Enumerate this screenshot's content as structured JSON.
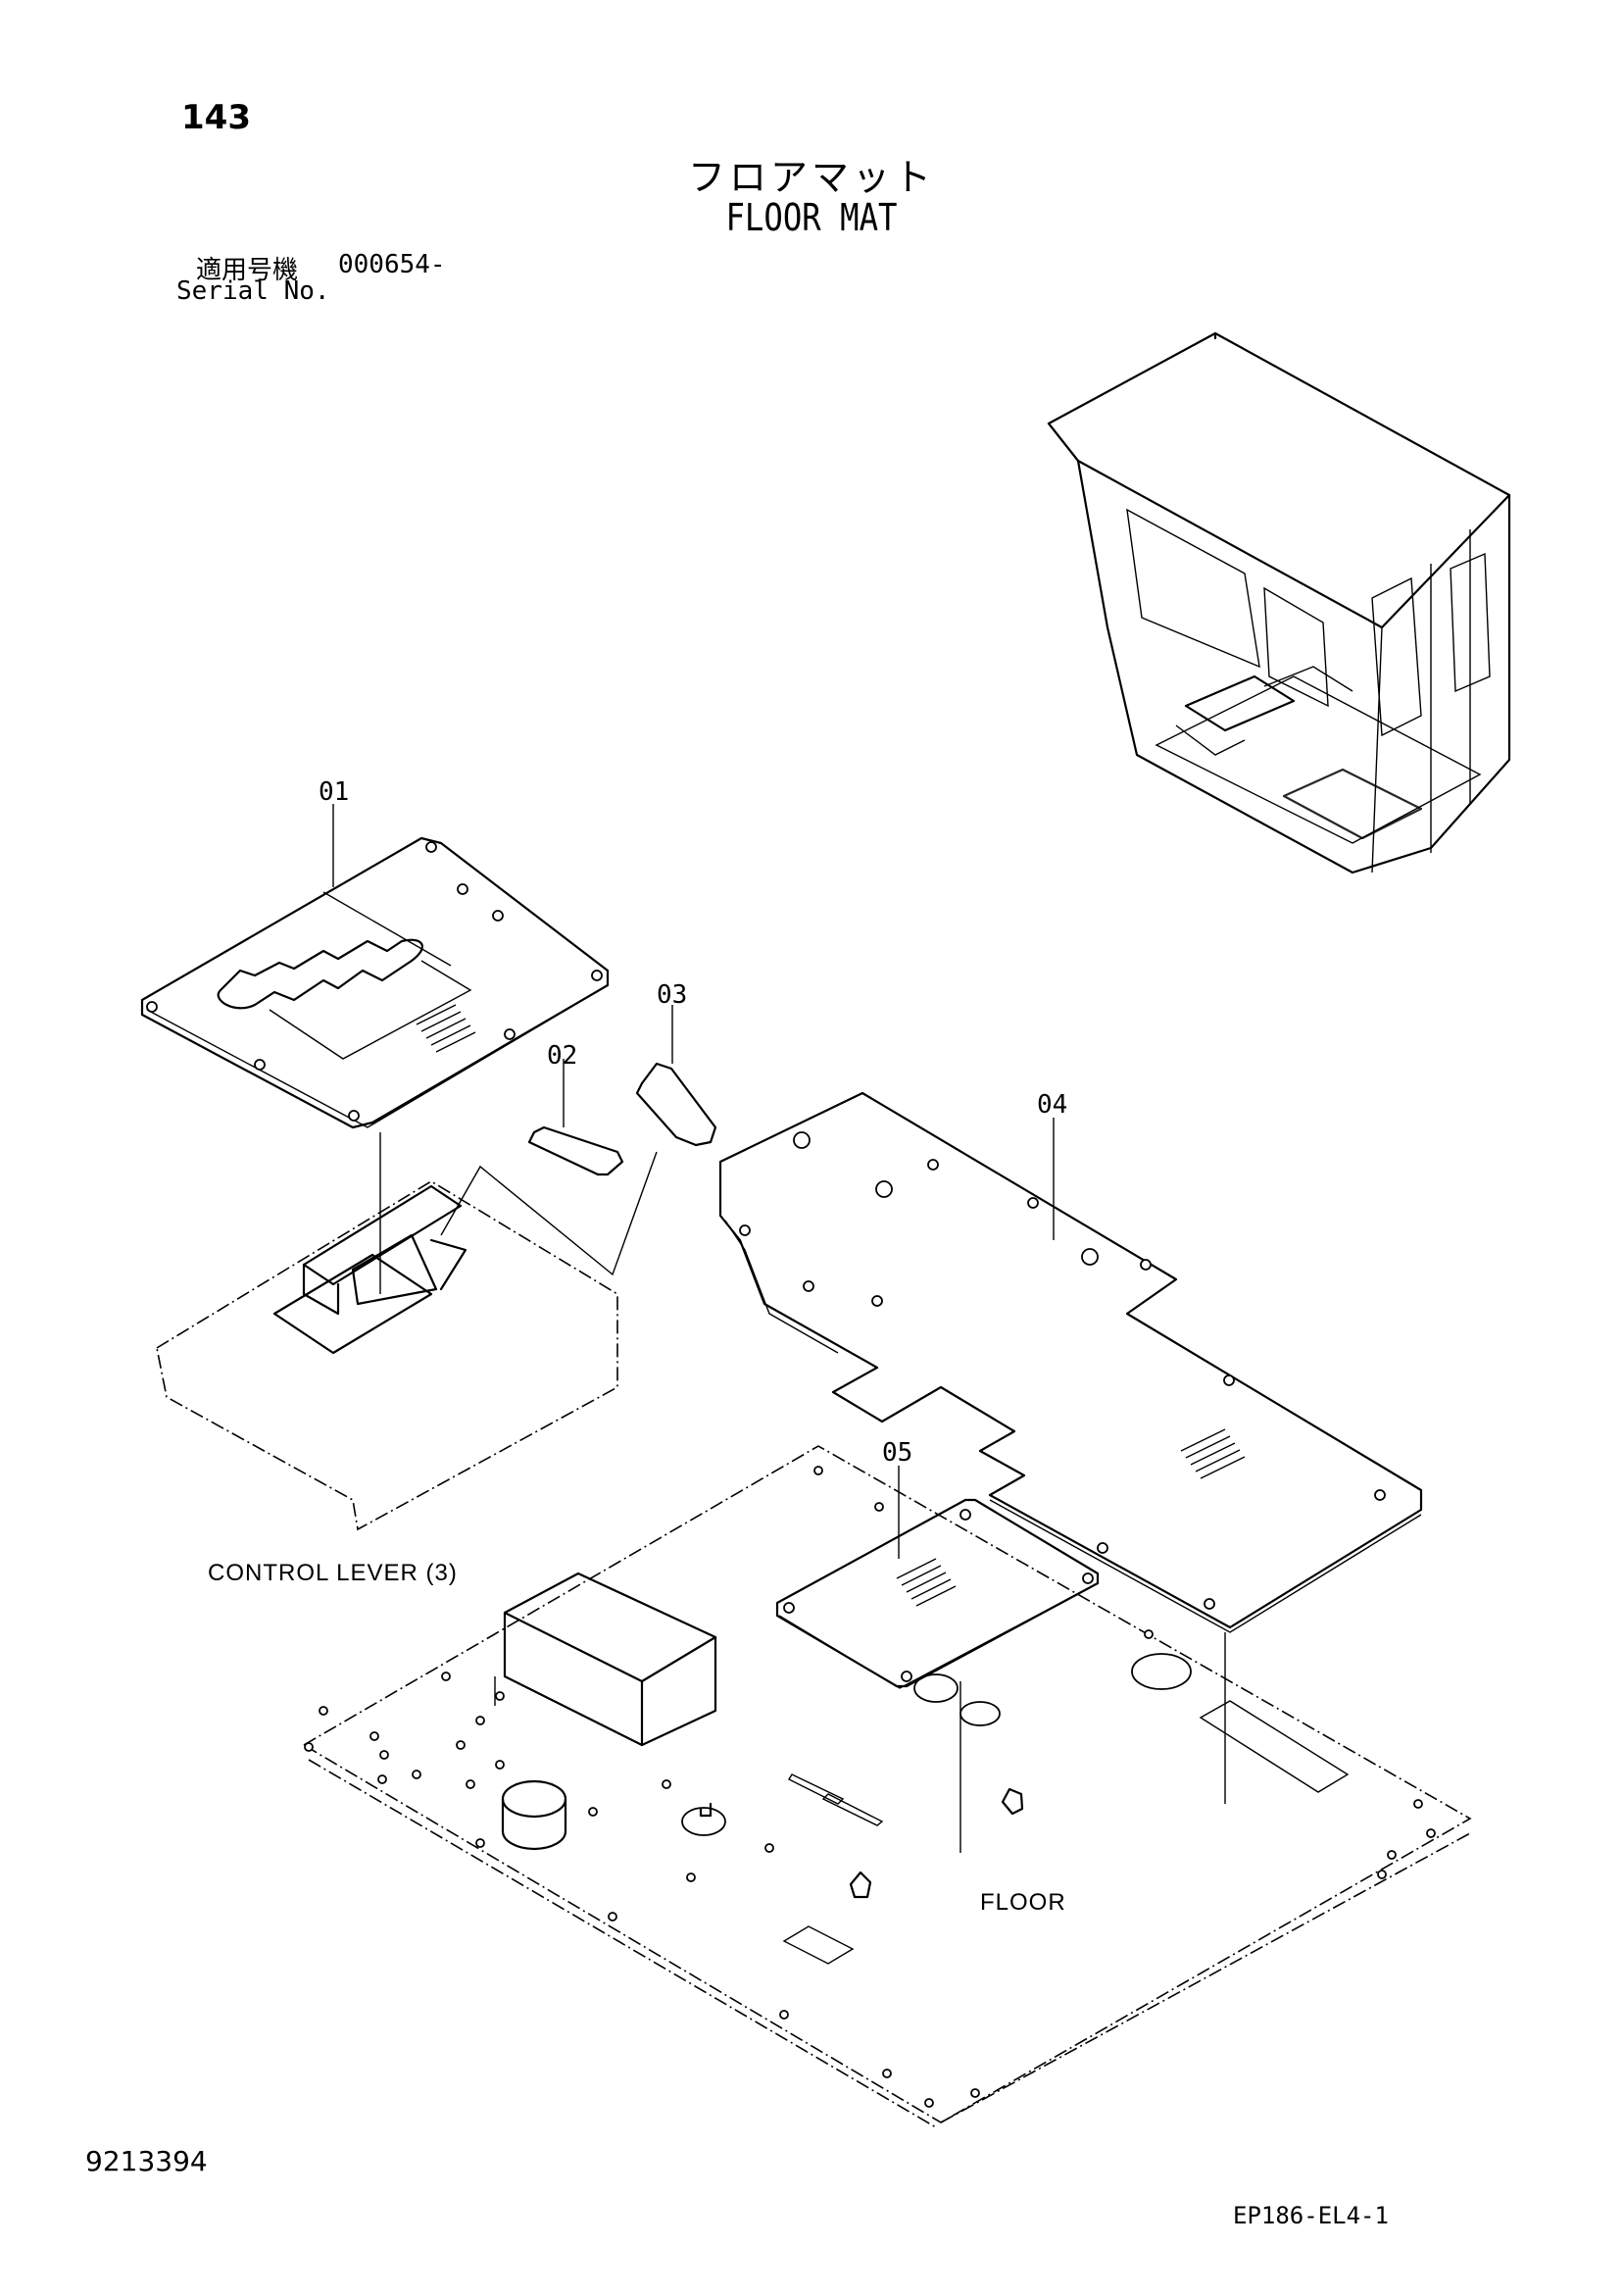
{
  "page_number": "143",
  "title_jp": "フロアマット",
  "title_en": "FLOOR MAT",
  "serial": {
    "label_jp": "適用号機",
    "value": "000654-",
    "label_en": "Serial No."
  },
  "callouts": {
    "c01": "01",
    "c02": "02",
    "c03": "03",
    "c04": "04",
    "c05": "05"
  },
  "references": {
    "control_lever": "CONTROL LEVER (3)",
    "floor": "FLOOR"
  },
  "document_number": "9213394",
  "drawing_code": "EP186-EL4-1"
}
